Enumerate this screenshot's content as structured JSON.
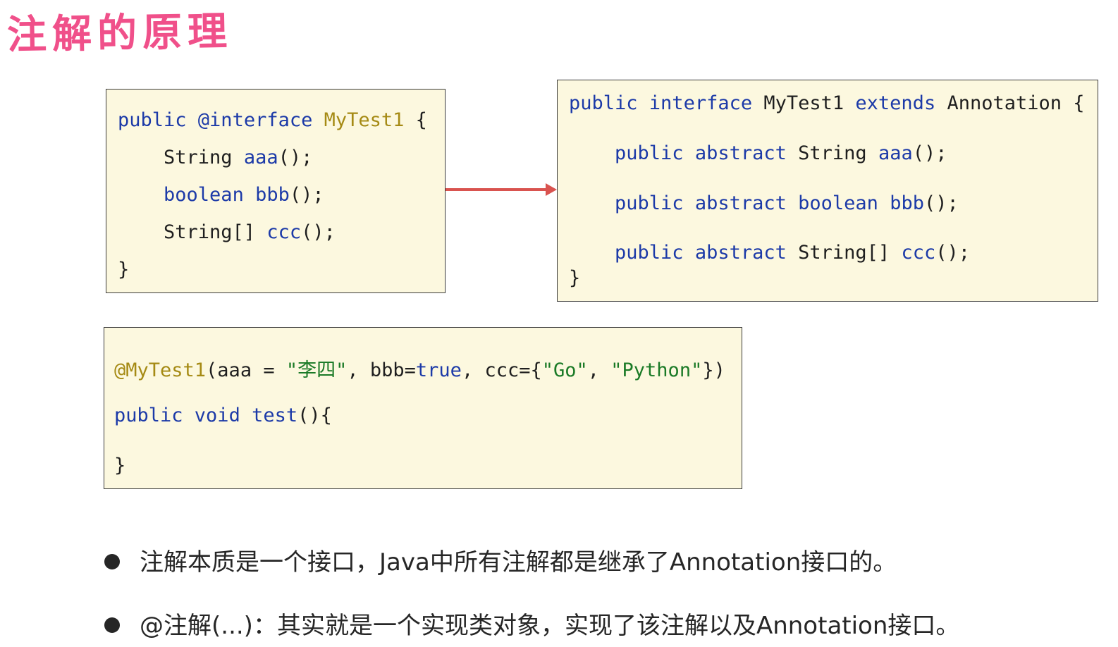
{
  "title": "注解的原理",
  "box1": {
    "lines": [
      [
        {
          "t": "public ",
          "c": "kw"
        },
        {
          "t": "@interface ",
          "c": "kw"
        },
        {
          "t": "MyTest1",
          "c": "ann"
        },
        {
          "t": " {",
          "c": ""
        }
      ],
      [
        {
          "t": "    String ",
          "c": ""
        },
        {
          "t": "aaa",
          "c": "fn"
        },
        {
          "t": "();",
          "c": ""
        }
      ],
      [
        {
          "t": "    ",
          "c": ""
        },
        {
          "t": "boolean ",
          "c": "kw"
        },
        {
          "t": "bbb",
          "c": "fn"
        },
        {
          "t": "();",
          "c": ""
        }
      ],
      [
        {
          "t": "    String[] ",
          "c": ""
        },
        {
          "t": "ccc",
          "c": "fn"
        },
        {
          "t": "();",
          "c": ""
        }
      ],
      [
        {
          "t": "}",
          "c": ""
        }
      ]
    ]
  },
  "box2": {
    "lines": [
      [
        {
          "t": "public ",
          "c": "kw"
        },
        {
          "t": "interface ",
          "c": "kw"
        },
        {
          "t": "MyTest1 ",
          "c": ""
        },
        {
          "t": "extends ",
          "c": "kw"
        },
        {
          "t": "Annotation {",
          "c": ""
        }
      ],
      [
        {
          "t": "    ",
          "c": ""
        },
        {
          "t": "public ",
          "c": "kw"
        },
        {
          "t": "abstract ",
          "c": "kw"
        },
        {
          "t": "String ",
          "c": ""
        },
        {
          "t": "aaa",
          "c": "fn"
        },
        {
          "t": "();",
          "c": ""
        }
      ],
      [
        {
          "t": "    ",
          "c": ""
        },
        {
          "t": "public ",
          "c": "kw"
        },
        {
          "t": "abstract ",
          "c": "kw"
        },
        {
          "t": "boolean ",
          "c": "kw"
        },
        {
          "t": "bbb",
          "c": "fn"
        },
        {
          "t": "();",
          "c": ""
        }
      ],
      [
        {
          "t": "    ",
          "c": ""
        },
        {
          "t": "public ",
          "c": "kw"
        },
        {
          "t": "abstract ",
          "c": "kw"
        },
        {
          "t": "String[] ",
          "c": ""
        },
        {
          "t": "ccc",
          "c": "fn"
        },
        {
          "t": "();",
          "c": ""
        }
      ],
      [
        {
          "t": "}",
          "c": ""
        }
      ]
    ]
  },
  "box3": {
    "lines": [
      [
        {
          "t": "@MyTest1",
          "c": "ann"
        },
        {
          "t": "(aaa = ",
          "c": ""
        },
        {
          "t": "\"李四\"",
          "c": "str"
        },
        {
          "t": ", bbb=",
          "c": ""
        },
        {
          "t": "true",
          "c": "kw"
        },
        {
          "t": ", ccc={",
          "c": ""
        },
        {
          "t": "\"Go\"",
          "c": "str"
        },
        {
          "t": ", ",
          "c": ""
        },
        {
          "t": "\"Python\"",
          "c": "str"
        },
        {
          "t": "})",
          "c": ""
        }
      ],
      [
        {
          "t": "public ",
          "c": "kw"
        },
        {
          "t": "void ",
          "c": "kw"
        },
        {
          "t": "test",
          "c": "fn"
        },
        {
          "t": "(){",
          "c": ""
        }
      ],
      [
        {
          "t": "}",
          "c": ""
        }
      ]
    ]
  },
  "bullets": [
    "注解本质是一个接口，Java中所有注解都是继承了Annotation接口的。",
    "@注解(...)：其实就是一个实现类对象，实现了该注解以及Annotation接口。"
  ],
  "colors": {
    "title": "#f0508a",
    "keyword": "#1c3aa8",
    "annotation": "#a58a14",
    "string": "#1a7a26",
    "box_background": "#fcf8df",
    "arrow": "#d9534f"
  }
}
